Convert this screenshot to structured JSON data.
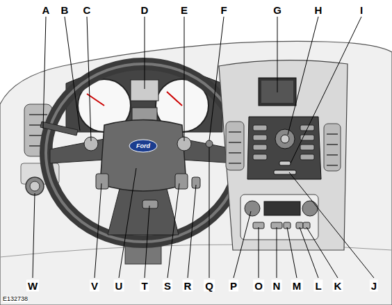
{
  "diagram": {
    "labels": [
      "A",
      "B",
      "C",
      "D",
      "E",
      "F",
      "G",
      "H",
      "I",
      "W",
      "V",
      "U",
      "T",
      "S",
      "R",
      "Q",
      "P",
      "O",
      "N",
      "M",
      "L",
      "K",
      "J",
      "Ford",
      "E132738"
    ]
  }
}
